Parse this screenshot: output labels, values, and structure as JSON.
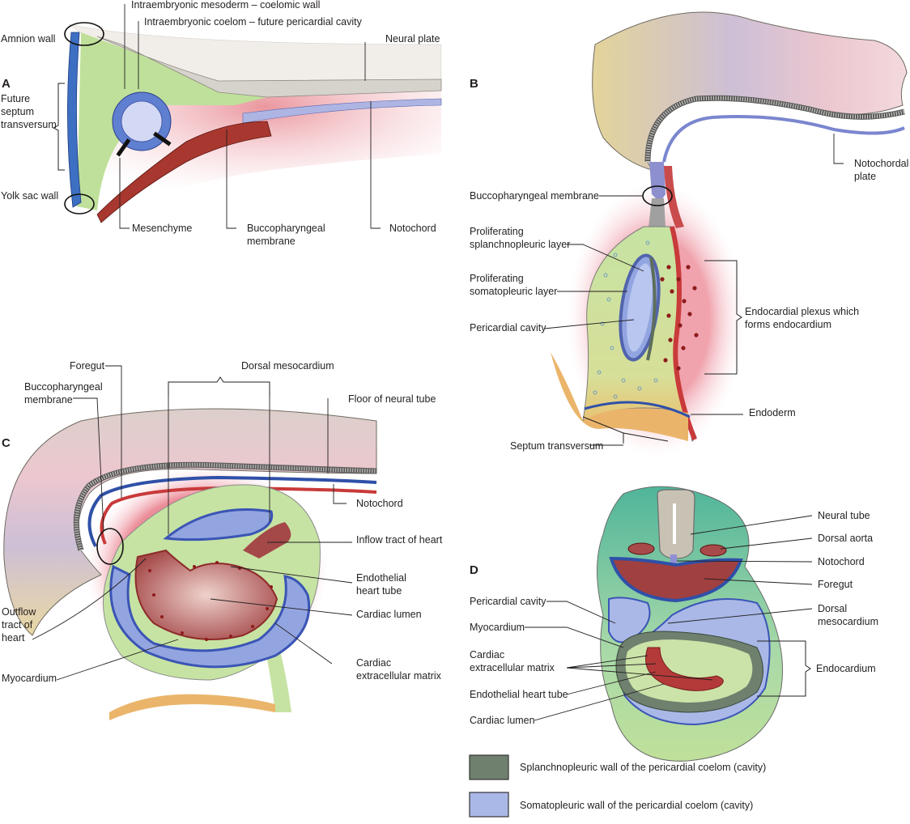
{
  "panels": {
    "a": "A",
    "b": "B",
    "c": "C",
    "d": "D"
  },
  "labels": {
    "amnion_wall": "Amnion wall",
    "intraembryonic_mesoderm": "Intraembryonic mesoderm – coelomic wall",
    "intraembryonic_coelom": "Intraembryonic coelom – future pericardial cavity",
    "neural_plate": "Neural plate",
    "future_septum_1": "Future",
    "future_septum_2": "septum",
    "future_septum_3": "transversum",
    "yolk_sac_wall": "Yolk sac wall",
    "mesenchyme": "Mesenchyme",
    "buccopharyngeal_a_1": "Buccopharyngeal",
    "buccopharyngeal_a_2": "membrane",
    "notochord_a": "Notochord",
    "notochordal_plate_1": "Notochordal",
    "notochordal_plate_2": "plate",
    "buccopharyngeal_b": "Buccopharyngeal membrane",
    "prolif_splanch_1": "Proliferating",
    "prolif_splanch_2": "splanchnopleuric layer",
    "prolif_somato_1": "Proliferating",
    "prolif_somato_2": "somatopleuric layer",
    "pericardial_cavity_b": "Pericardial cavity",
    "endocardial_plexus_1": "Endocardial plexus which",
    "endocardial_plexus_2": "forms endocardium",
    "endoderm": "Endoderm",
    "septum_transversum": "Septum transversum",
    "foregut_c": "Foregut",
    "dorsal_mesocardium_c": "Dorsal mesocardium",
    "buccopharyngeal_c_1": "Buccopharyngeal",
    "buccopharyngeal_c_2": "membrane",
    "floor_neural_tube": "Floor of neural tube",
    "notochord_c": "Notochord",
    "inflow_tract": "Inflow tract of heart",
    "endothelial_c_1": "Endothelial",
    "endothelial_c_2": "heart tube",
    "cardiac_lumen_c": "Cardiac lumen",
    "outflow_1": "Outflow",
    "outflow_2": "tract of",
    "outflow_3": "heart",
    "myocardium_c": "Myocardium",
    "cardiac_ecm_c_1": "Cardiac",
    "cardiac_ecm_c_2": "extracellular matrix",
    "neural_tube": "Neural tube",
    "dorsal_aorta": "Dorsal aorta",
    "notochord_d": "Notochord",
    "foregut_d": "Foregut",
    "pericardial_cavity_d": "Pericardial cavity",
    "dorsal_mesocardium_d_1": "Dorsal",
    "dorsal_mesocardium_d_2": "mesocardium",
    "myocardium_d": "Myocardium",
    "cardiac_ecm_d_1": "Cardiac",
    "cardiac_ecm_d_2": "extracellular matrix",
    "endocardium": "Endocardium",
    "endothelial_d": "Endothelial heart tube",
    "cardiac_lumen_d": "Cardiac lumen"
  },
  "legend": {
    "splanchnopleuric": "Splanchnopleuric wall of the pericardial coelom (cavity)",
    "somatopleuric": "Somatopleuric wall of the pericardial coelom (cavity)"
  },
  "colors": {
    "splanchnopleuric": "#6f806e",
    "somatopleuric": "#aab8e8",
    "mesenchyme": "#bfe09a",
    "endoderm": "#b23a3a",
    "neural": "#c8c2b4"
  }
}
